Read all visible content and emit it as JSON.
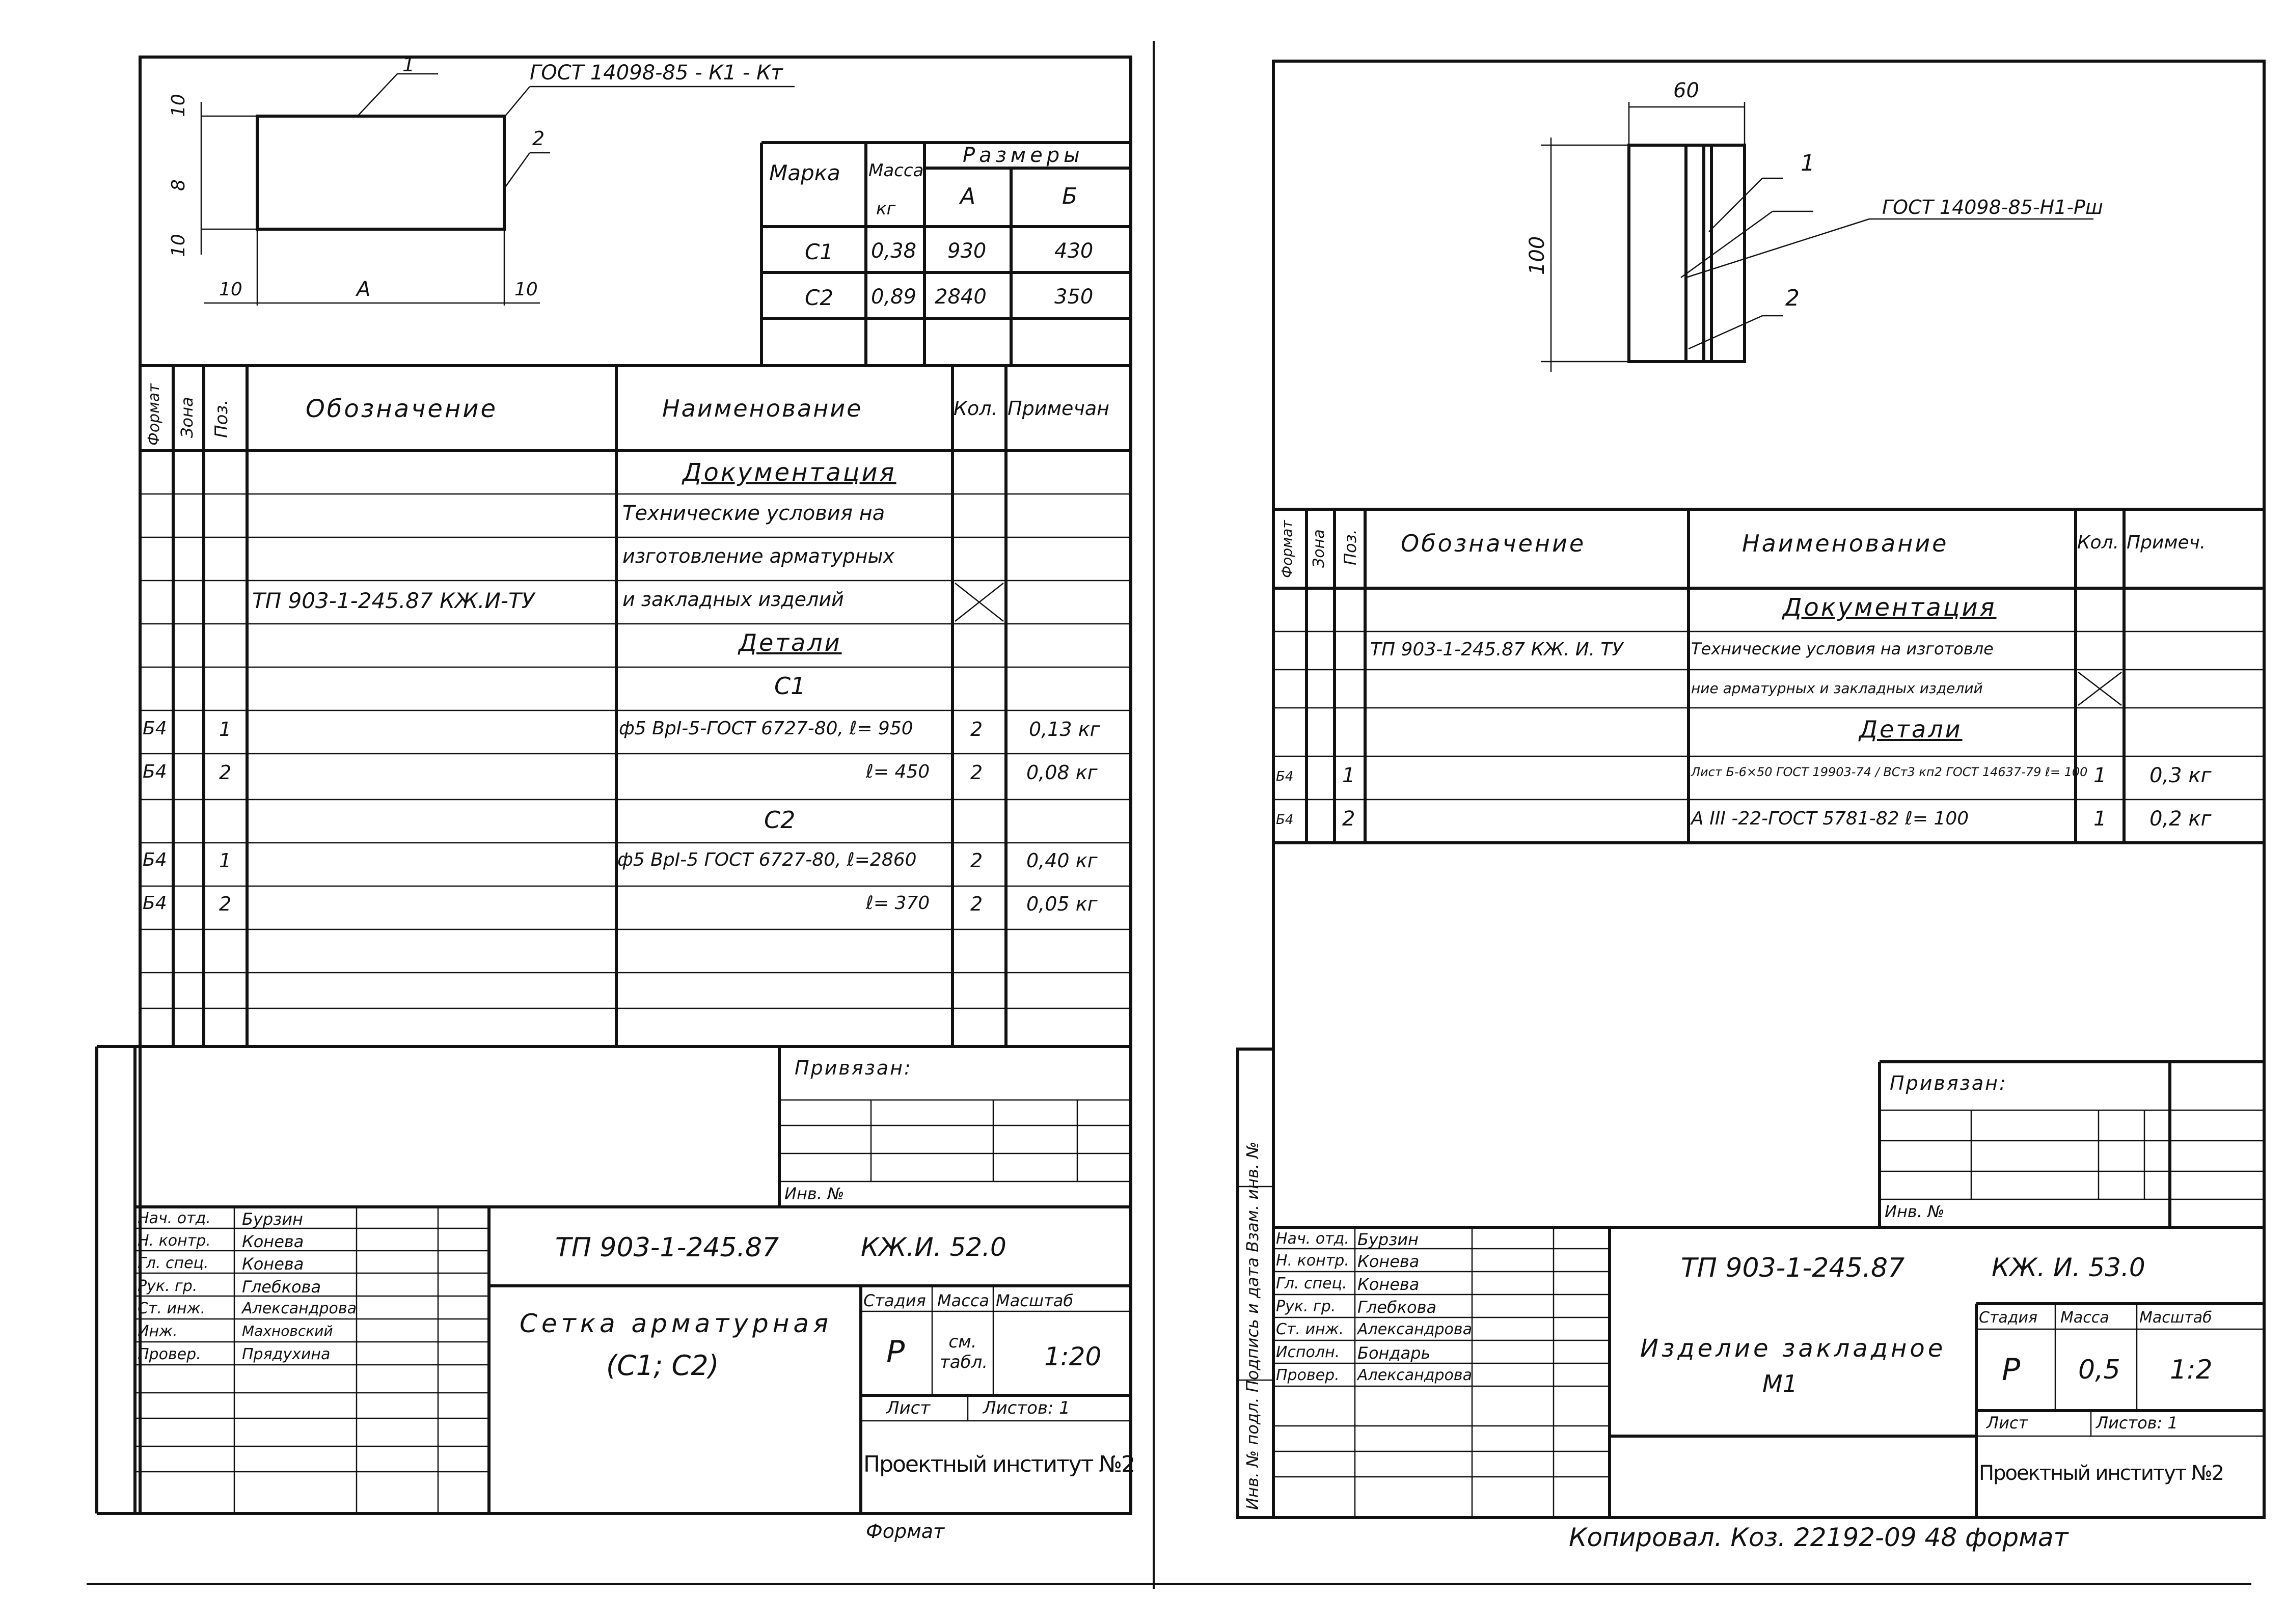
{
  "left_sheet": {
    "gost_callout": "ГОСТ 14098-85 - К1 - Кт",
    "callout_1": "1",
    "callout_2": "2",
    "dims": {
      "top": "10",
      "mid": "8",
      "bottom": "10",
      "left": "10",
      "length": "А",
      "right": "10"
    },
    "size_table": {
      "headers": {
        "mark": "Марка",
        "mass": "Масса",
        "mass_unit": "кг",
        "sizes": "Размеры",
        "a": "А",
        "b": "Б"
      },
      "rows": [
        {
          "mark": "С1",
          "mass": "0,38",
          "a": "930",
          "b": "430"
        },
        {
          "mark": "С2",
          "mass": "0,89",
          "a": "2840",
          "b": "350"
        }
      ]
    },
    "spec_headers": {
      "format": "Формат",
      "zone": "Зона",
      "pos": "Поз.",
      "designation": "Обозначение",
      "name": "Наименование",
      "qty": "Кол.",
      "note": "Примечан"
    },
    "spec_rows": [
      {
        "format": "",
        "pos": "",
        "designation": "",
        "name": "Документация",
        "qty": "",
        "note": ""
      },
      {
        "format": "",
        "pos": "",
        "designation": "",
        "name": "Технические условия на",
        "qty": "",
        "note": ""
      },
      {
        "format": "",
        "pos": "",
        "designation": "",
        "name": "изготовление арматурных",
        "qty": "",
        "note": ""
      },
      {
        "format": "",
        "pos": "",
        "designation": "ТП 903-1-245.87   КЖ.И-ТУ",
        "name": "и закладных изделий",
        "qty": "",
        "note": ""
      },
      {
        "format": "",
        "pos": "",
        "designation": "",
        "name": "Детали",
        "qty": "",
        "note": ""
      },
      {
        "format": "",
        "pos": "",
        "designation": "",
        "name": "С1",
        "qty": "",
        "note": ""
      },
      {
        "format": "Б4",
        "pos": "1",
        "designation": "",
        "name": "ф5 ВрI-5-ГОСТ 6727-80, ℓ= 950",
        "qty": "2",
        "note": "0,13 кг"
      },
      {
        "format": "Б4",
        "pos": "2",
        "designation": "",
        "name": "ℓ= 450",
        "qty": "2",
        "note": "0,08 кг"
      },
      {
        "format": "",
        "pos": "",
        "designation": "",
        "name": "С2",
        "qty": "",
        "note": ""
      },
      {
        "format": "Б4",
        "pos": "1",
        "designation": "",
        "name": "ф5 ВрI-5 ГОСТ 6727-80, ℓ=2860",
        "qty": "2",
        "note": "0,40 кг"
      },
      {
        "format": "Б4",
        "pos": "2",
        "designation": "",
        "name": "ℓ= 370",
        "qty": "2",
        "note": "0,05 кг"
      }
    ],
    "privyazan": "Привязан:",
    "inv_no": "Инв. №",
    "signers": [
      {
        "role": "Нач. отд.",
        "name": "Бурзин"
      },
      {
        "role": "Н. контр.",
        "name": "Конева"
      },
      {
        "role": "Гл. спец.",
        "name": "Конева"
      },
      {
        "role": "Рук. гр.",
        "name": "Глебкова"
      },
      {
        "role": "Ст. инж.",
        "name": "Александрова"
      },
      {
        "role": "Инж.",
        "name": "Махновский"
      },
      {
        "role": "Провер.",
        "name": "Прядухина"
      }
    ],
    "doc_code": "ТП 903-1-245.87",
    "doc_mark": "КЖ.И. 52.0",
    "title": "Сетка арматурная",
    "title_sub": "(С1; С2)",
    "stage_label": "Стадия",
    "mass_label": "Масса",
    "scale_label": "Масштаб",
    "stage": "Р",
    "mass": "см. табл.",
    "scale": "1:20",
    "sheet_label": "Лист",
    "sheets_label": "Листов: 1",
    "org": "Проектный институт №2",
    "format_label": "Формат"
  },
  "right_sheet": {
    "dim_width": "60",
    "dim_height": "100",
    "callout_1": "1",
    "callout_2": "2",
    "gost_callout": "ГОСТ 14098-85-Н1-Рш",
    "spec_headers": {
      "format": "Формат",
      "zone": "Зона",
      "pos": "Поз.",
      "designation": "Обозначение",
      "name": "Наименование",
      "qty": "Кол.",
      "note": "Примеч."
    },
    "spec_rows": [
      {
        "format": "",
        "pos": "",
        "designation": "",
        "name": "Документация",
        "qty": "",
        "note": ""
      },
      {
        "format": "",
        "pos": "",
        "designation": "ТП 903-1-245.87 КЖ. И. ТУ",
        "name": "Технические условия на изготовле",
        "qty": "",
        "note": ""
      },
      {
        "format": "",
        "pos": "",
        "designation": "",
        "name": "ние арматурных и закладных изделий",
        "qty": "",
        "note": ""
      },
      {
        "format": "",
        "pos": "",
        "designation": "",
        "name": "Детали",
        "qty": "",
        "note": ""
      },
      {
        "format": "Б4",
        "pos": "1",
        "designation": "",
        "name": "Лист  Б-6×50 ГОСТ 19903-74 / ВСт3 кп2 ГОСТ 14637-79   ℓ= 100",
        "qty": "1",
        "note": "0,3 кг"
      },
      {
        "format": "Б4",
        "pos": "2",
        "designation": "",
        "name": "А III -22-ГОСТ 5781-82    ℓ= 100",
        "qty": "1",
        "note": "0,2 кг"
      }
    ],
    "privyazan": "Привязан:",
    "inv_no": "Инв. №",
    "side_stamp": "Инв. № подл.   Подпись и дата   Взам. инв. №",
    "signers": [
      {
        "role": "Нач. отд.",
        "name": "Бурзин"
      },
      {
        "role": "Н. контр.",
        "name": "Конева"
      },
      {
        "role": "Гл. спец.",
        "name": "Конева"
      },
      {
        "role": "Рук. гр.",
        "name": "Глебкова"
      },
      {
        "role": "Ст. инж.",
        "name": "Александрова"
      },
      {
        "role": "Исполн.",
        "name": "Бондарь"
      },
      {
        "role": "Провер.",
        "name": "Александрова"
      }
    ],
    "doc_code": "ТП 903-1-245.87",
    "doc_mark": "КЖ. И. 53.0",
    "title": "Изделие закладное",
    "title_sub": "М1",
    "stage_label": "Стадия",
    "mass_label": "Масса",
    "scale_label": "Масштаб",
    "stage": "Р",
    "mass": "0,5",
    "scale": "1:2",
    "sheet_label": "Лист",
    "sheets_label": "Листов: 1",
    "org": "Проектный институт №2",
    "copy_note": "Копировал. Коз. 22192-09 48 формат"
  }
}
